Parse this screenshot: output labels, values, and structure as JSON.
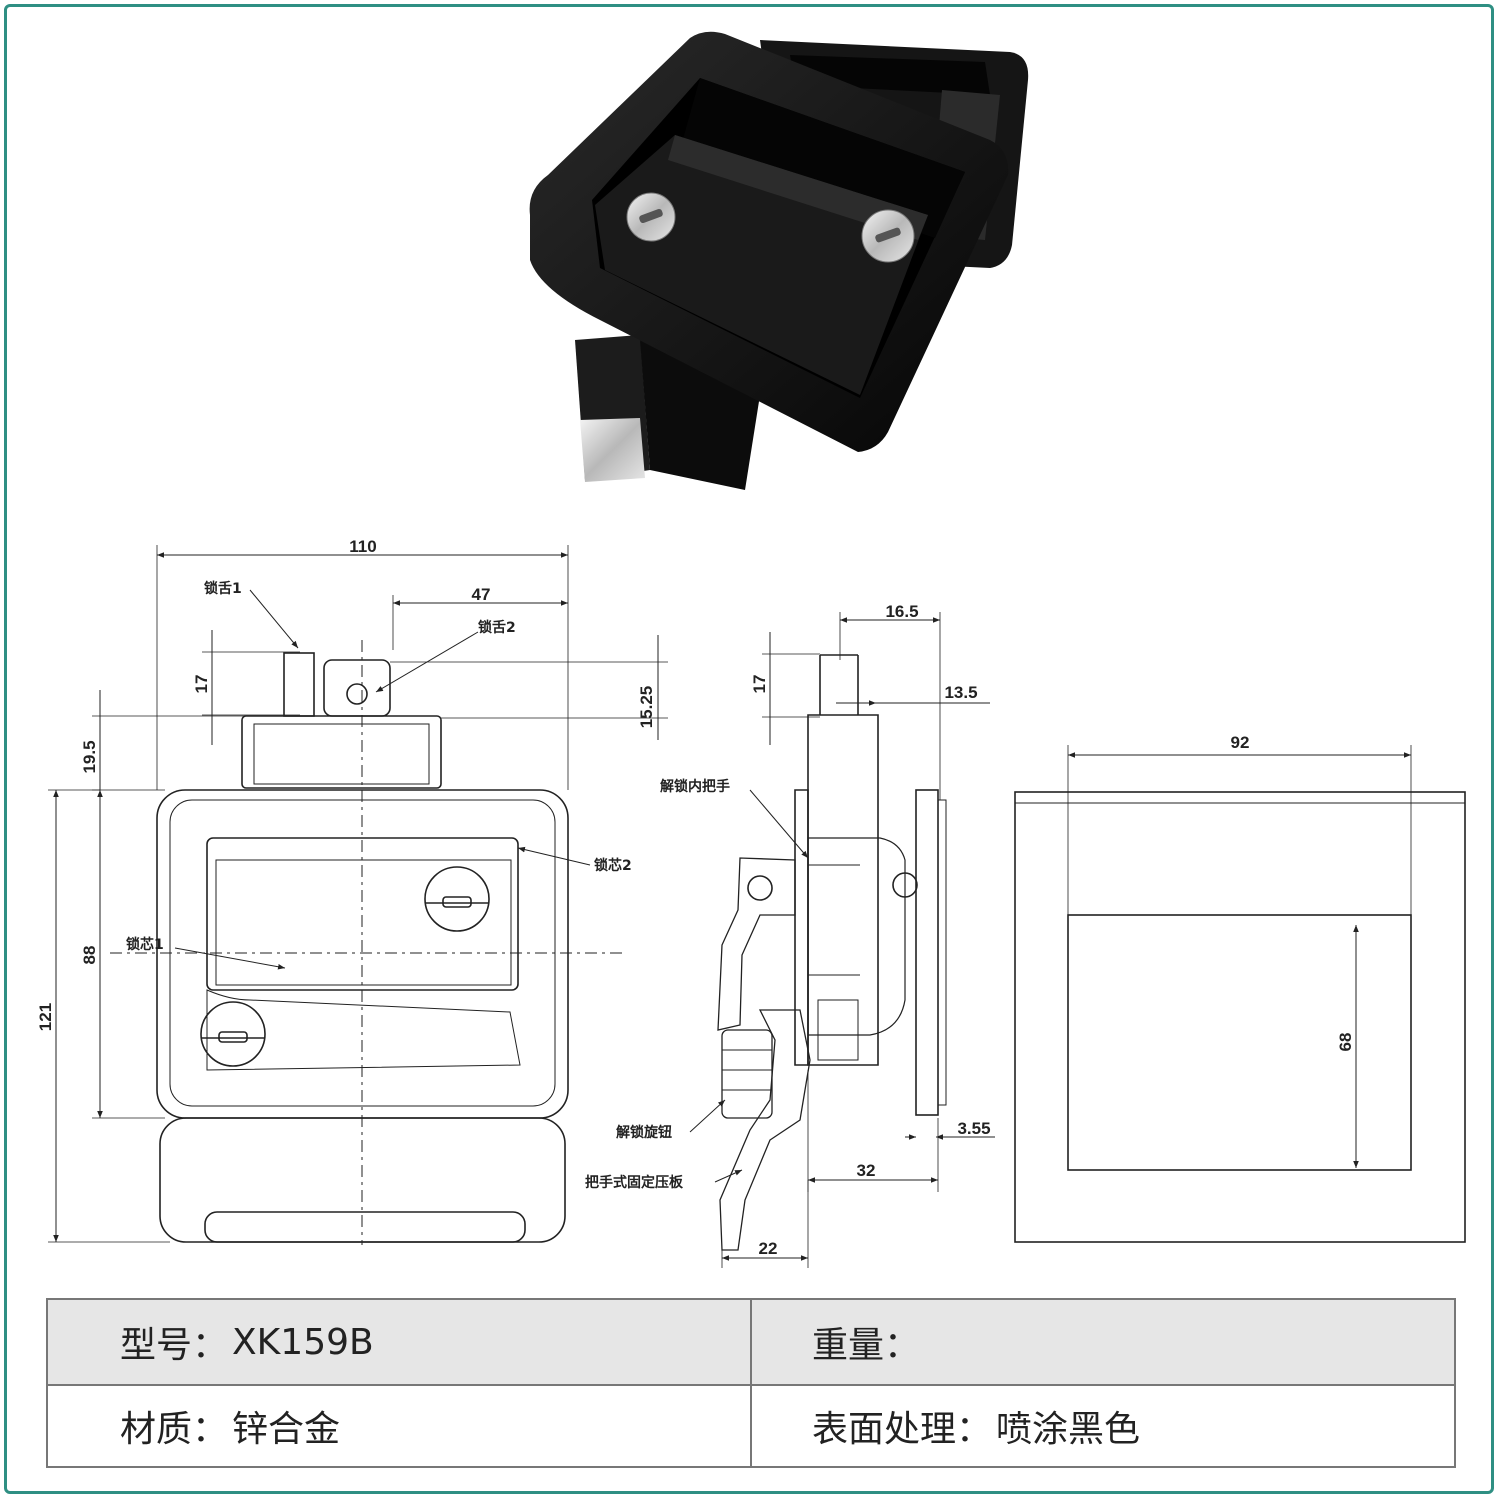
{
  "dimensions": {
    "front_width": "110",
    "tongue2_offset": "47",
    "tongue1_height": "17",
    "tongue2_height": "15.25",
    "top_offset": "19.5",
    "face_height": "88",
    "total_height": "121",
    "side_top": "16.5",
    "side_height": "17",
    "side_flange": "13.5",
    "plate_thickness": "3.55",
    "side_depth": "32",
    "handle_depth": "22",
    "cutout_width": "92",
    "cutout_height": "68"
  },
  "callouts": {
    "tongue1": "锁舌1",
    "tongue2": "锁舌2",
    "core2": "锁芯2",
    "core1": "锁芯1",
    "inner_handle": "解锁内把手",
    "knob": "解锁旋钮",
    "plate": "把手式固定压板"
  },
  "specs": {
    "model_label": "型号：",
    "model_value": "XK159B",
    "weight_label": "重量：",
    "weight_value": "",
    "material_label": "材质：",
    "material_value": "锌合金",
    "finish_label": "表面处理：",
    "finish_value": "喷涂黑色"
  },
  "colors": {
    "frame": "#2f8f83",
    "table_header_bg": "#e6e6e6",
    "product_black": "#111111",
    "key_silver": "#c9c9c9"
  }
}
